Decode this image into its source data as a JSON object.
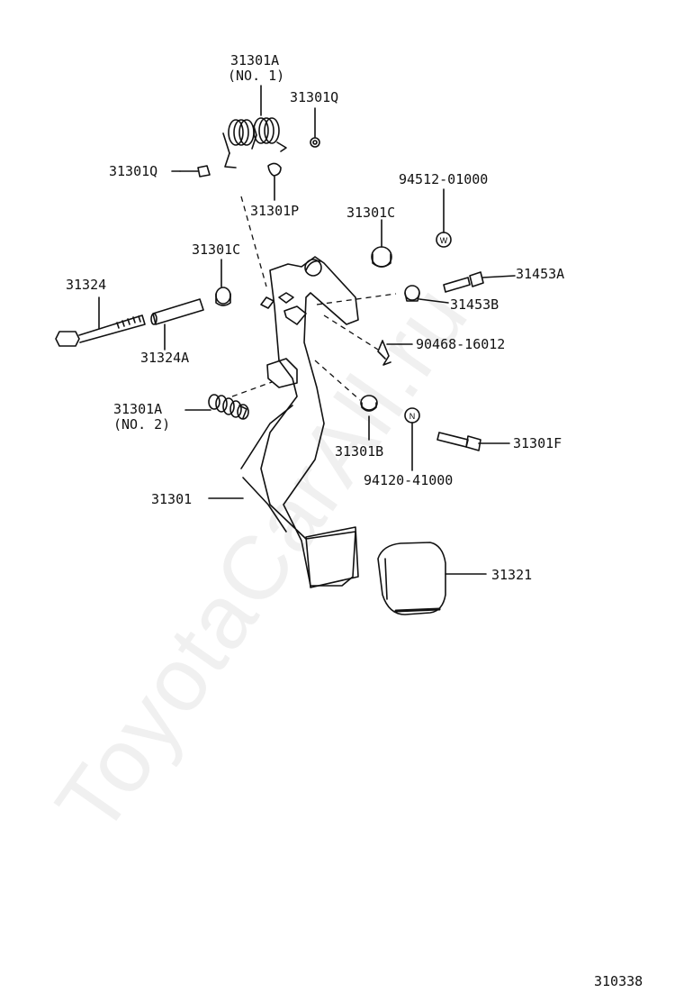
{
  "diagram": {
    "code": "310338",
    "watermark": "ToyotaCarAll.ru"
  },
  "labels": {
    "spring_no1": "31301A",
    "spring_no1_sub": "(NO. 1)",
    "q_right": "31301Q",
    "q_left": "31301Q",
    "p": "31301P",
    "c_upper": "31301C",
    "c_left": "31301C",
    "w_code": "94512-01000",
    "bolt_31324": "31324",
    "sleeve": "31324A",
    "bolt_right": "31453A",
    "nut_right": "31453B",
    "clip": "90468-16012",
    "spring_no2": "31301A",
    "spring_no2_sub": "(NO. 2)",
    "stopper": "31301B",
    "bolt_f": "31301F",
    "n_code": "94120-41000",
    "pedal": "31301",
    "pad": "31321"
  },
  "icons": {
    "w_symbol": "W",
    "n_symbol": "N"
  }
}
